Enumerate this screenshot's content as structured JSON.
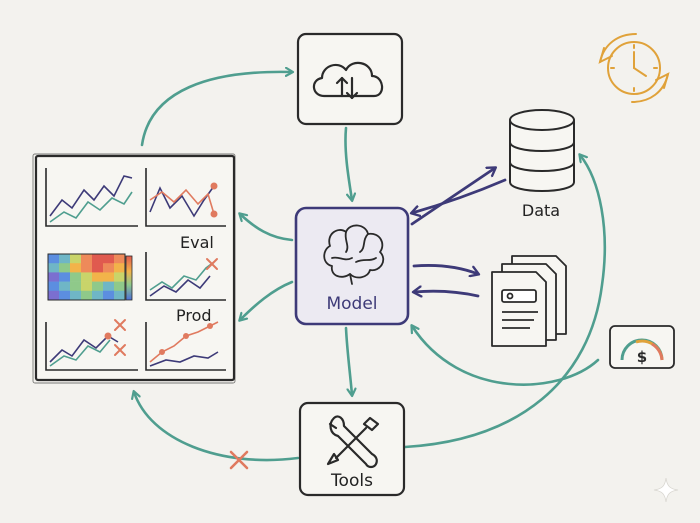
{
  "labels": {
    "model": "Model",
    "data": "Data",
    "tools": "Tools",
    "eval": "Eval",
    "prod": "Prod"
  },
  "icons": [
    "cloud-sync-icon",
    "brain-icon",
    "database-icon",
    "documents-search-icon",
    "wrench-screwdriver-icon",
    "clock-refresh-icon",
    "cost-gauge-icon",
    "sparkle-icon"
  ],
  "colors": {
    "teal_arrow": "#4f9e8f",
    "indigo_arrow": "#3d3a78",
    "x_mark": "#e07a5f",
    "clock": "#e0a23a",
    "ink": "#2a2a2a",
    "background": "#f3f2ee"
  }
}
